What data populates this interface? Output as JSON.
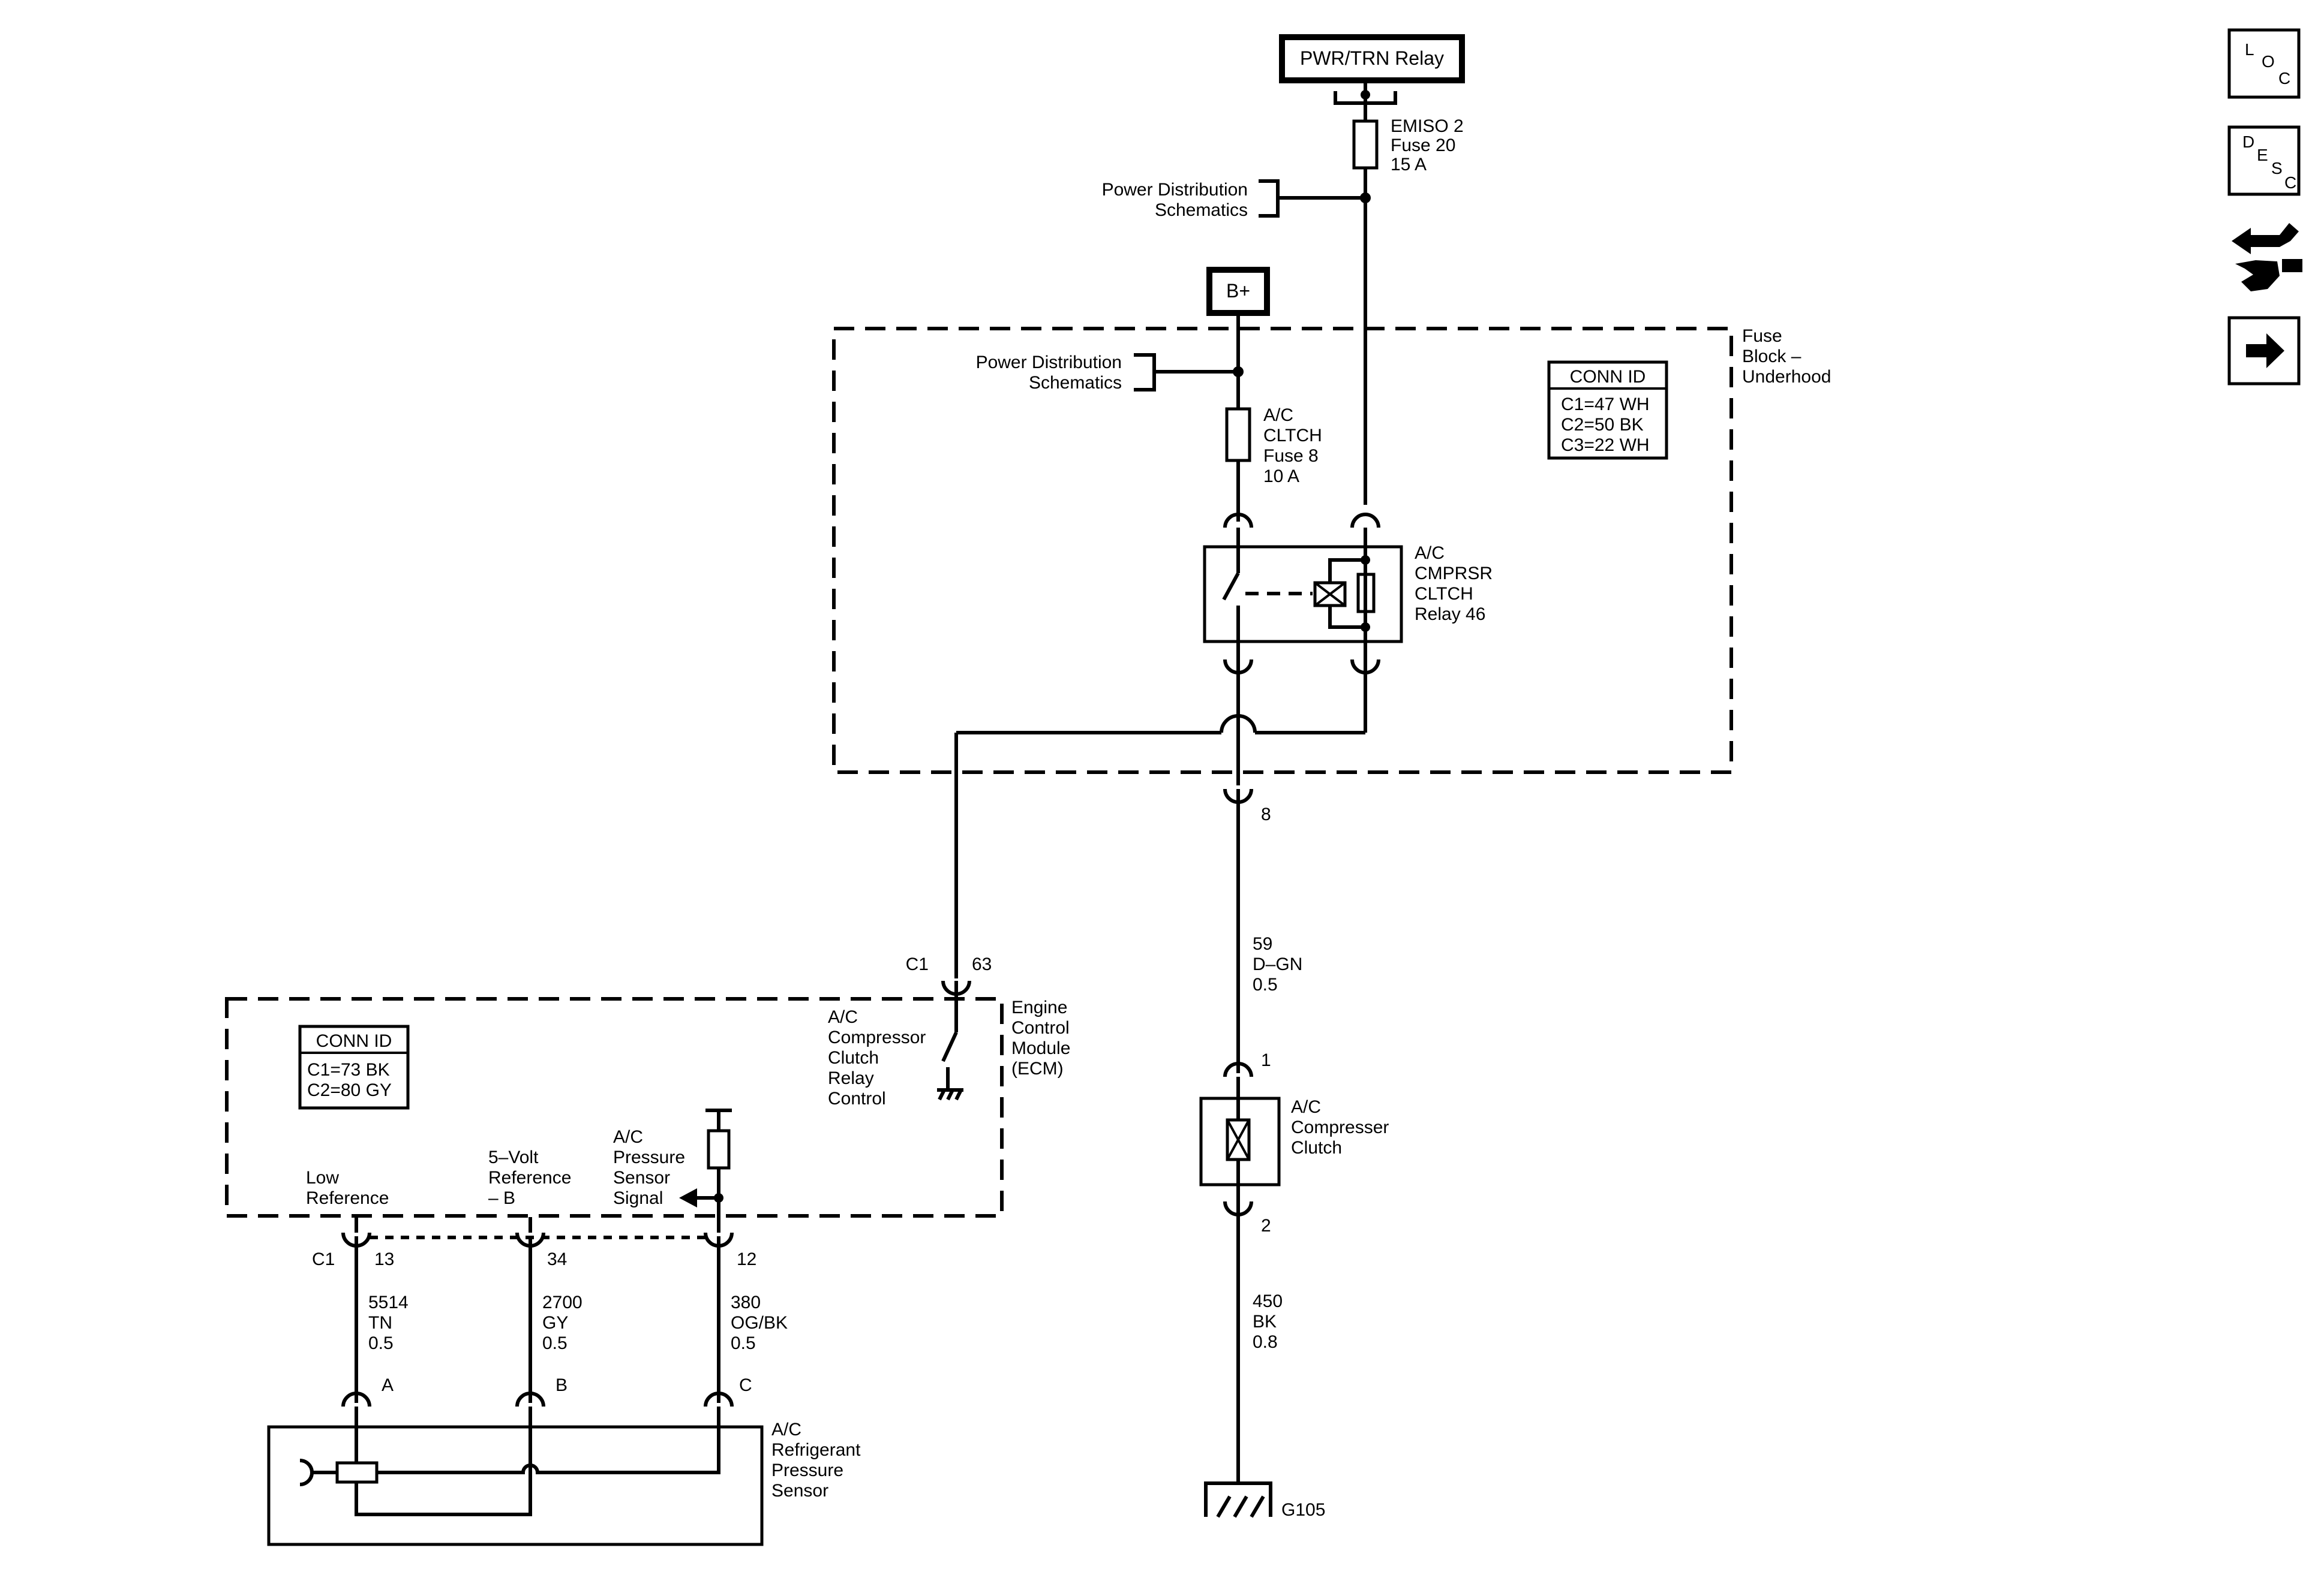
{
  "top_relay": {
    "label": "PWR/TRN Relay"
  },
  "emiso_fuse": {
    "lines": [
      "EMISO 2",
      "Fuse 20",
      "15 A"
    ]
  },
  "power_dist_top": {
    "lines": [
      "Power Distribution",
      "Schematics"
    ]
  },
  "battery": {
    "label": "B+"
  },
  "fuse_block": {
    "lines": [
      "Fuse",
      "Block –",
      "Underhood"
    ]
  },
  "power_dist_inner": {
    "lines": [
      "Power Distribution",
      "Schematics"
    ]
  },
  "clutch_fuse": {
    "lines": [
      "A/C",
      "CLTCH",
      "Fuse 8",
      "10 A"
    ]
  },
  "conn_id_fuse_block": {
    "title": "CONN ID",
    "lines": [
      "C1=47 WH",
      "C2=50 BK",
      "C3=22 WH"
    ]
  },
  "clutch_relay": {
    "lines": [
      "A/C",
      "CMPRSR",
      "CLTCH",
      "Relay 46"
    ]
  },
  "pin_8": "8",
  "wire_59": {
    "lines": [
      "59",
      "D–GN",
      "0.5"
    ]
  },
  "ecm_pin_conn": "C1",
  "ecm_pin_63": "63",
  "ecm": {
    "lines": [
      "Engine",
      "Control",
      "Module",
      "(ECM)"
    ]
  },
  "ecm_control": {
    "lines": [
      "A/C",
      "Compressor",
      "Clutch",
      "Relay",
      "Control"
    ]
  },
  "conn_id_ecm": {
    "title": "CONN ID",
    "lines": [
      "C1=73 BK",
      "C2=80 GY"
    ]
  },
  "pressure_signal": {
    "lines": [
      "A/C",
      "Pressure",
      "Sensor",
      "Signal"
    ]
  },
  "low_reference": {
    "lines": [
      "Low",
      "Reference"
    ]
  },
  "five_volt": {
    "lines": [
      "5–Volt",
      "Reference",
      "– B"
    ]
  },
  "pin_1": "1",
  "compressor_clutch": {
    "lines": [
      "A/C",
      "Compresser",
      "Clutch"
    ]
  },
  "pin_2": "2",
  "c1_bottom": "C1",
  "pin_13": "13",
  "pin_34": "34",
  "pin_12": "12",
  "wire_5514": {
    "lines": [
      "5514",
      "TN",
      "0.5"
    ]
  },
  "wire_2700": {
    "lines": [
      "2700",
      "GY",
      "0.5"
    ]
  },
  "wire_380": {
    "lines": [
      "380",
      "OG/BK",
      "0.5"
    ]
  },
  "wire_450": {
    "lines": [
      "450",
      "BK",
      "0.8"
    ]
  },
  "pin_a": "A",
  "pin_b": "B",
  "pin_c": "C",
  "refrigerant_sensor": {
    "lines": [
      "A/C",
      "Refrigerant",
      "Pressure",
      "Sensor"
    ]
  },
  "ground": "G105",
  "nav": {
    "loc": [
      "L",
      "O",
      "C"
    ],
    "desc": [
      "D",
      "E",
      "S",
      "C"
    ]
  }
}
